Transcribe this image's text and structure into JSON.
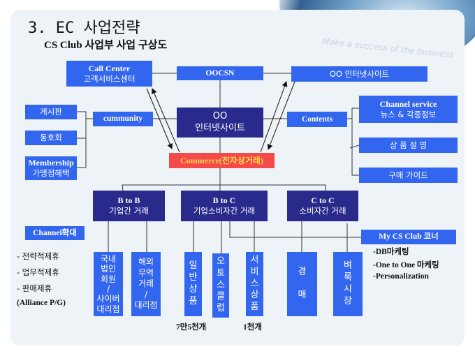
{
  "title": "3. EC 사업전략",
  "subtitle": "CS Club 사업부 사업 구상도",
  "watermark": "Make a success of the business",
  "colors": {
    "box": "#3366ee",
    "dark": "#2a2a8c",
    "commerce": "#f44a4a",
    "panel": "#eef3f8"
  },
  "top": {
    "call_center_en": "Call Center",
    "call_center_ko": "고객서비스센터",
    "csn": "OOCSN",
    "site_top": "OO 인터넷사이트"
  },
  "left": {
    "board": "게시판",
    "club": "동호회",
    "membership_en": "Membership",
    "membership_ko": "가맹점혜택",
    "community": "cummunity"
  },
  "center": {
    "line1": "OO",
    "line2": "인터넷사이트",
    "commerce": "Commerce(전자상거래)"
  },
  "right": {
    "contents": "Contents",
    "channel_en": "Channel service",
    "channel_ko": "뉴스 & 각종정보",
    "product_desc": "상 품 설 명",
    "purchase_guide": "구매 가이드"
  },
  "categories": [
    {
      "en": "B to B",
      "ko": "기업간 거래"
    },
    {
      "en": "B to C",
      "ko": "기업소비자간 거래"
    },
    {
      "en": "C to C",
      "ko": "소비자간 거래"
    }
  ],
  "channel_expand": "Channel확대",
  "alliances": [
    "- 전략적제휴",
    "- 업무적제휴",
    "- 판매제휴",
    "(Alliance P/G)"
  ],
  "my_cs_club": "My CS Club 코너",
  "marketing": [
    "-DB마케팅",
    "-One to One 마케팅",
    "-Personalization"
  ],
  "leaves": {
    "domestic": [
      "국내",
      "법인",
      "회원",
      "/",
      "사이버",
      "대리점"
    ],
    "overseas": [
      "해외",
      "무역",
      "거래",
      "/",
      "대리점"
    ],
    "general": [
      "일",
      "반",
      "상",
      "품"
    ],
    "auto": [
      "오",
      "토",
      "스",
      "클",
      "럽"
    ],
    "service": [
      "서",
      "비",
      "스",
      "상",
      "품"
    ],
    "auction": [
      "경",
      "",
      "매"
    ],
    "flea": [
      "벼",
      "룩",
      "시",
      "장"
    ]
  },
  "counts": {
    "general": "7만5천개",
    "service": "1천개"
  }
}
